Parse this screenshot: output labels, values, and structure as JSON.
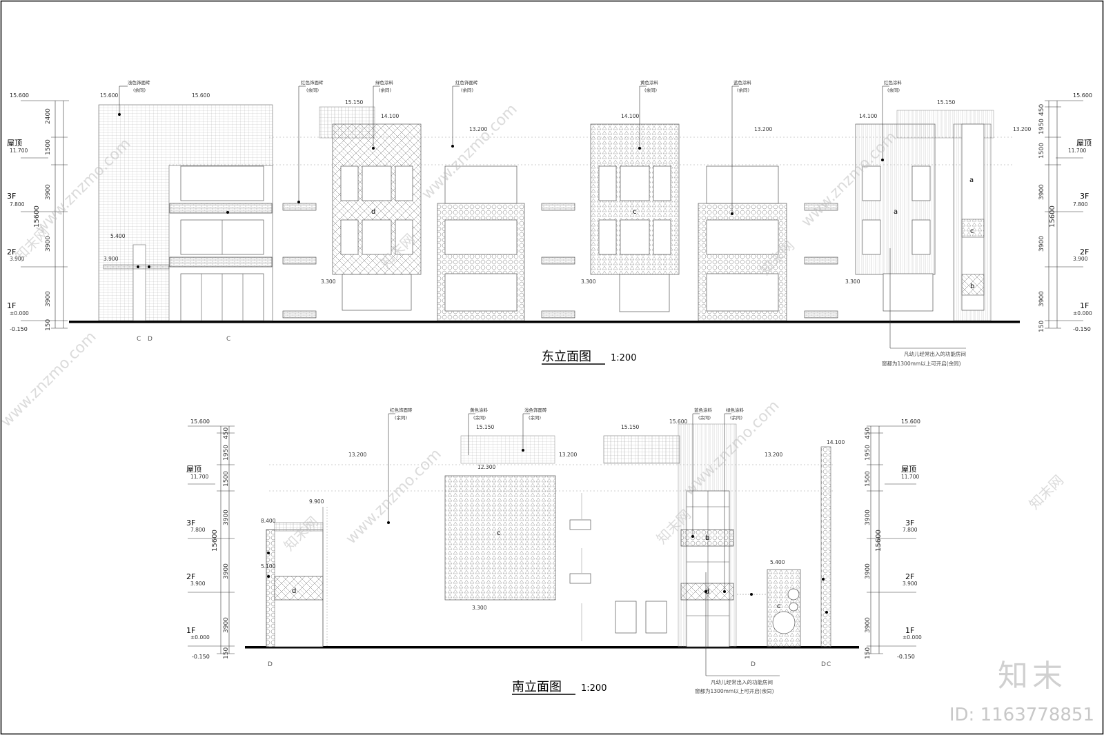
{
  "east": {
    "title": "东立面图",
    "scale": "1:200",
    "note_line1": "凡幼儿经常出入的功能房间",
    "note_line2": "窗都为1300mm以上可开启(余同)",
    "mat_labels": [
      {
        "text": "浅色饰面砖",
        "sub": "(余同)"
      },
      {
        "text": "红色饰面砖",
        "sub": "(余同)"
      },
      {
        "text": "绿色涂料",
        "sub": "(余同)"
      },
      {
        "text": "红色饰面砖",
        "sub": "(余同)"
      },
      {
        "text": "黄色涂料",
        "sub": "(余同)"
      },
      {
        "text": "蓝色涂料",
        "sub": "(余同)"
      },
      {
        "text": "红色涂料",
        "sub": "(余同)"
      }
    ],
    "elev_labels": [
      "15.600",
      "15.600",
      "15.150",
      "14.100",
      "13.200",
      "14.100",
      "13.200",
      "14.100",
      "15.150",
      "13.200",
      "5.400",
      "3.900",
      "3.300",
      "3.300",
      "3.300"
    ],
    "floor_labels_left": [
      {
        "name": "屋顶",
        "elev": "11.700"
      },
      {
        "name": "3F",
        "elev": "7.800"
      },
      {
        "name": "2F",
        "elev": "3.900"
      },
      {
        "name": "1F",
        "elev": "±0.000"
      }
    ],
    "floor_labels_right": [
      {
        "name": "屋顶",
        "elev": "11.700"
      },
      {
        "name": "3F",
        "elev": "7.800"
      },
      {
        "name": "2F",
        "elev": "3.900"
      },
      {
        "name": "1F",
        "elev": "±0.000"
      }
    ],
    "top_elev_left": "15.600",
    "top_elev_right": "15.600",
    "bottom_elev": "-0.150",
    "dims_left": [
      "2400",
      "1500",
      "3900",
      "3900",
      "3900",
      "150"
    ],
    "dims_left_total": "15600",
    "dims_right": [
      "450",
      "1950",
      "1500",
      "3900",
      "3900",
      "3900",
      "150"
    ],
    "dims_right_total": "15600",
    "tags": [
      "d",
      "c",
      "a",
      "a",
      "c",
      "b"
    ],
    "axis_marks": [
      "C",
      "D",
      "C"
    ]
  },
  "south": {
    "title": "南立面图",
    "scale": "1:200",
    "note_line1": "凡幼儿经常出入的功能房间",
    "note_line2": "窗都为1300mm以上可开启(余同)",
    "mat_labels": [
      {
        "text": "红色饰面砖",
        "sub": "(余同)"
      },
      {
        "text": "黄色涂料",
        "sub": "(余同)"
      },
      {
        "text": "浅色饰面砖",
        "sub": "(余同)"
      },
      {
        "text": "蓝色涂料",
        "sub": "(余同)"
      },
      {
        "text": "绿色涂料",
        "sub": "(余同)"
      }
    ],
    "elev_labels": [
      "13.200",
      "15.150",
      "13.200",
      "15.150",
      "15.600",
      "13.200",
      "14.100",
      "12.300",
      "9.900",
      "8.400",
      "5.100",
      "5.400",
      "3.300"
    ],
    "floor_labels_left": [
      {
        "name": "屋顶",
        "elev": "11.700"
      },
      {
        "name": "3F",
        "elev": "7.800"
      },
      {
        "name": "2F",
        "elev": "3.900"
      },
      {
        "name": "1F",
        "elev": "±0.000"
      }
    ],
    "floor_labels_right": [
      {
        "name": "屋顶",
        "elev": "11.700"
      },
      {
        "name": "3F",
        "elev": "7.800"
      },
      {
        "name": "2F",
        "elev": "3.900"
      },
      {
        "name": "1F",
        "elev": "±0.000"
      }
    ],
    "top_elev_left": "15.600",
    "top_elev_right": "15.600",
    "bottom_elev": "-0.150",
    "dims_left": [
      "450",
      "1950",
      "1500",
      "3900",
      "3900",
      "3900",
      "150"
    ],
    "dims_left_total": "15600",
    "dims_right": [
      "450",
      "1950",
      "1500",
      "3900",
      "3900",
      "3900",
      "150"
    ],
    "dims_right_total": "15600",
    "tags": [
      "d",
      "c",
      "b",
      "d",
      "c"
    ],
    "axis_marks": [
      "D",
      "D",
      "D",
      "C"
    ]
  },
  "watermark": "www.znzmo.com",
  "watermark_cn": "知末网",
  "brand": "知末",
  "brand_id": "ID: 1163778851"
}
